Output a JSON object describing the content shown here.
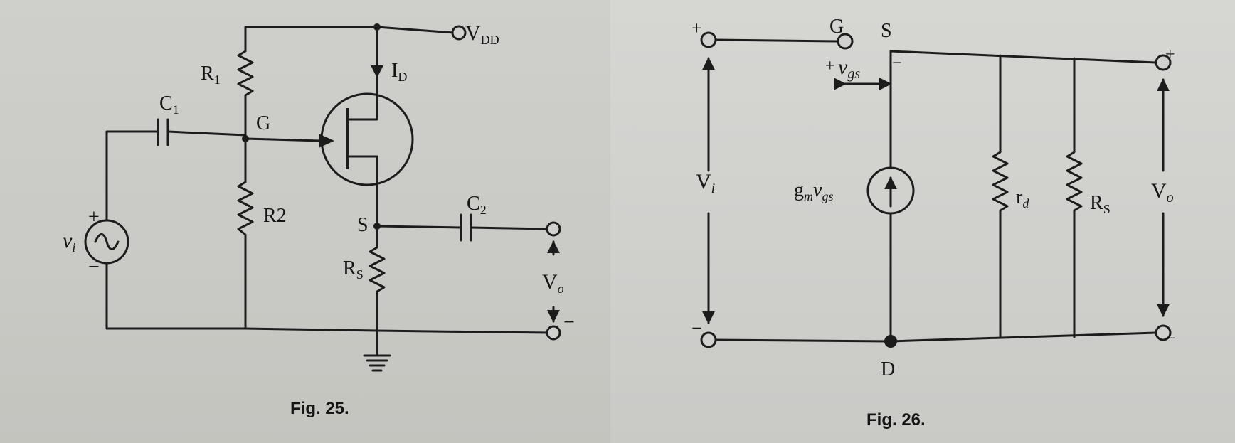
{
  "figures": [
    {
      "caption": "Fig. 25.",
      "labels": {
        "vdd_main": "V",
        "vdd_sub": "DD",
        "id_main": "I",
        "id_sub": "D",
        "r1_main": "R",
        "r1_sub": "1",
        "c1_main": "C",
        "c1_sub": "1",
        "g": "G",
        "r2": "R2",
        "s": "S",
        "c2_main": "C",
        "c2_sub": "2",
        "rs_main": "R",
        "rs_sub": "S",
        "vi_main": "v",
        "vi_sub": "i",
        "vo_main": "V",
        "vo_sub": "o",
        "plus": "+",
        "minus": "−"
      }
    },
    {
      "caption": "Fig. 26.",
      "labels": {
        "plus": "+",
        "minus": "−",
        "g": "G",
        "s": "S",
        "d": "D",
        "vgs_main": "v",
        "vgs_sub": "gs",
        "vi_main": "V",
        "vi_sub": "i",
        "gm_main": "g",
        "gm_sub": "m",
        "gm_v": "v",
        "gm_vsub": "gs",
        "rd_main": "r",
        "rd_sub": "d",
        "rs_main": "R",
        "rs_sub": "S",
        "vo_main": "V",
        "vo_sub": "o"
      }
    }
  ]
}
